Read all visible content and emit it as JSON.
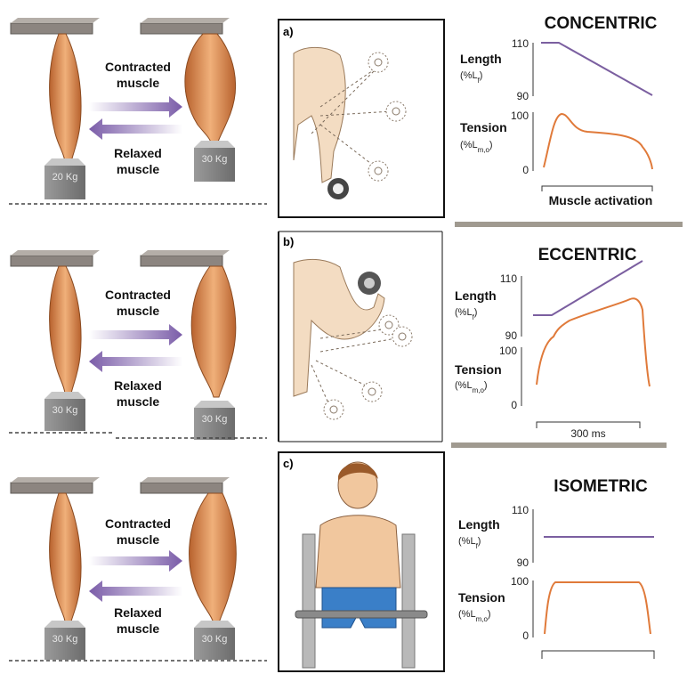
{
  "arrows": {
    "contracted": "Contracted muscle",
    "relaxed": "Relaxed muscle"
  },
  "weights": {
    "row1": "20 Kg",
    "row2": "30 Kg",
    "row3": "30 Kg"
  },
  "panels": {
    "a": "a)",
    "b": "b)",
    "c": "c)"
  },
  "graphs": {
    "concentric": {
      "title": "CONCENTRIC",
      "length_label": "Length",
      "length_unit": "(%L",
      "length_sub": "f",
      "tension_label": "Tension",
      "tension_unit": "(%L",
      "tension_sub": "m,o",
      "ticks": {
        "l_top": "110",
        "l_bot": "90",
        "t_top": "100",
        "t_bot": "0"
      },
      "footer": "Muscle activation"
    },
    "eccentric": {
      "title": "ECCENTRIC",
      "length_label": "Length",
      "length_unit": "(%L",
      "length_sub": "f",
      "tension_label": "Tension",
      "tension_unit": "(%L",
      "tension_sub": "m,o",
      "ticks": {
        "l_top": "110",
        "l_bot": "90",
        "t_top": "100",
        "t_bot": "0"
      },
      "footer": "300 ms"
    },
    "isometric": {
      "title": "ISOMETRIC",
      "length_label": "Length",
      "length_unit": "(%L",
      "length_sub": "f",
      "tension_label": "Tension",
      "tension_unit": "(%L",
      "tension_sub": "m,o",
      "ticks": {
        "l_top": "110",
        "l_bot": "90",
        "t_top": "100",
        "t_bot": "0"
      }
    }
  },
  "colors": {
    "length_line": "#7b5fa0",
    "tension_line": "#e07a3a",
    "muscle": "#d98a52",
    "arrow": "#8a6fb0",
    "divider": "#a09a90"
  }
}
